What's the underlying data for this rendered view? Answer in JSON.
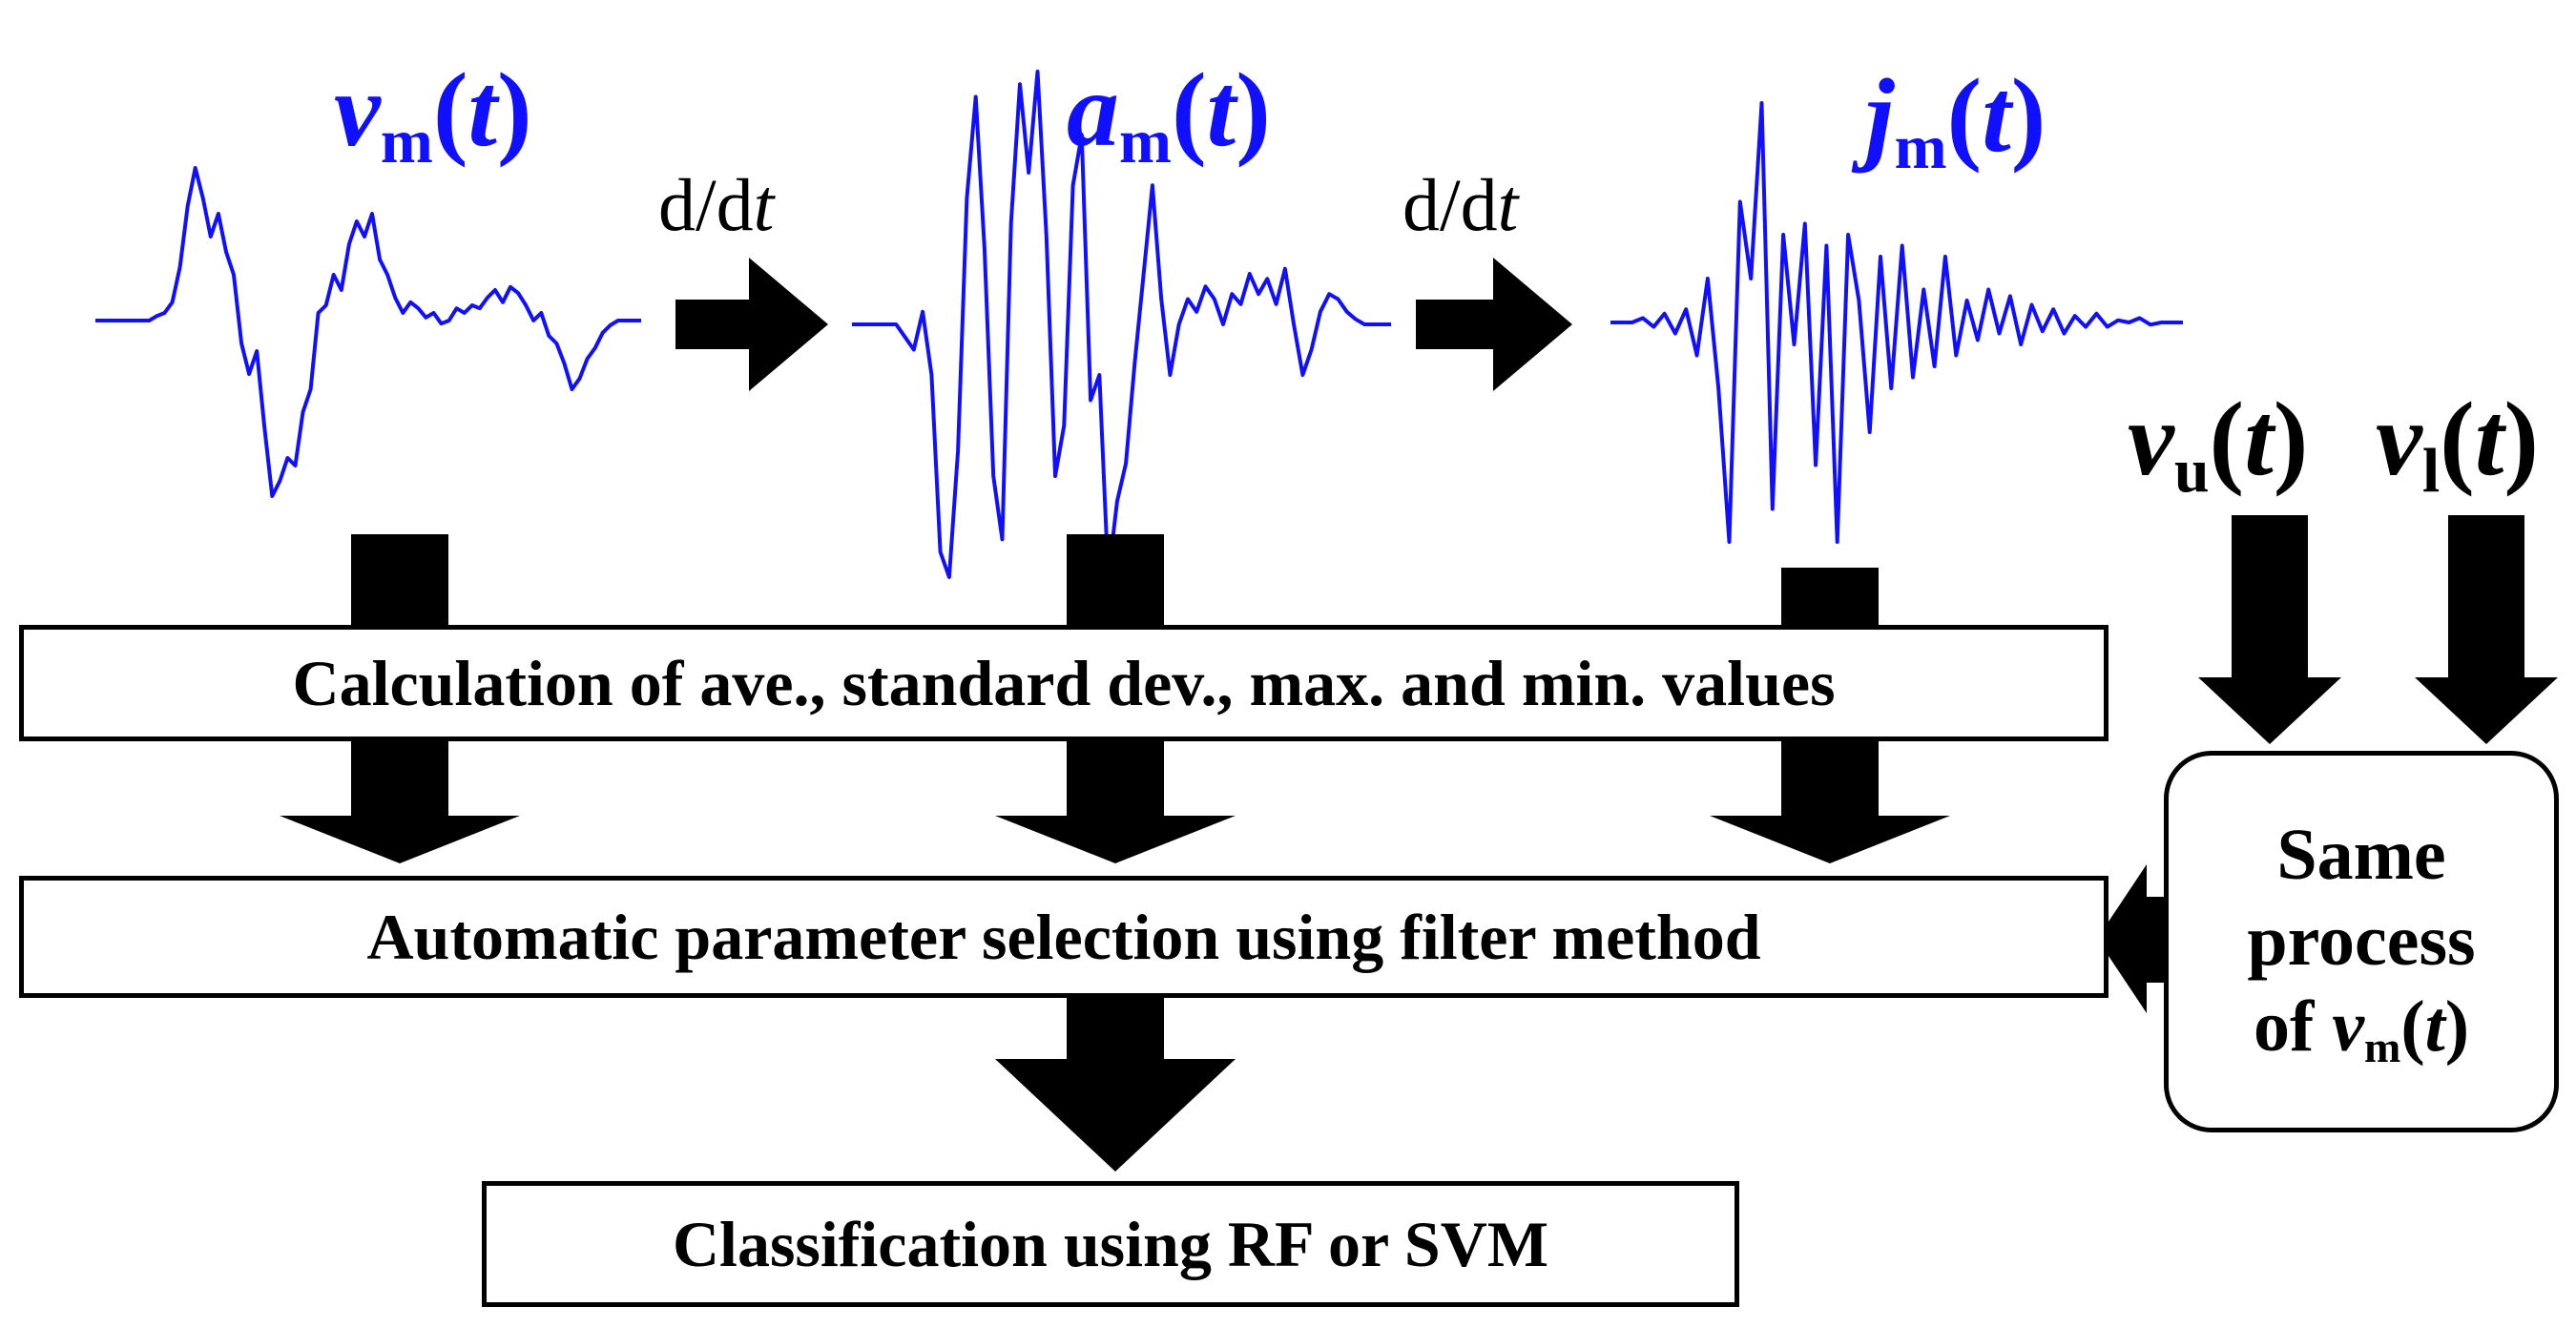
{
  "signals": {
    "vm": {
      "var": "v",
      "sub": "m",
      "arg": "t"
    },
    "am": {
      "var": "a",
      "sub": "m",
      "arg": "t"
    },
    "jm": {
      "var": "j",
      "sub": "m",
      "arg": "t"
    },
    "vu": {
      "var": "v",
      "sub": "u",
      "arg": "t"
    },
    "vl": {
      "var": "v",
      "sub": "l",
      "arg": "t"
    }
  },
  "derivative": {
    "d": "d/d",
    "var": "t"
  },
  "boxes": {
    "calculation": "Calculation of ave., standard dev., max. and min. values",
    "selection": "Automatic parameter selection using filter method",
    "classification": "Classification using RF or SVM",
    "same_process": {
      "line1": "Same",
      "line2": "process",
      "line3_prefix": "of ",
      "var": "v",
      "sub": "m",
      "arg": "t"
    }
  },
  "colors": {
    "signal": "#1010ff",
    "arrows": "#000000",
    "text": "#000000"
  },
  "waveforms": {
    "vm": [
      0,
      0,
      0,
      0,
      0,
      0,
      0,
      0,
      0.03,
      0.05,
      0.12,
      0.35,
      0.75,
      1.0,
      0.8,
      0.55,
      0.7,
      0.45,
      0.3,
      -0.15,
      -0.35,
      -0.2,
      -0.7,
      -1.15,
      -1.05,
      -0.9,
      -0.95,
      -0.6,
      -0.45,
      0.05,
      0.1,
      0.3,
      0.2,
      0.5,
      0.65,
      0.55,
      0.7,
      0.4,
      0.3,
      0.15,
      0.05,
      0.12,
      0.08,
      0.02,
      0.05,
      -0.02,
      0.0,
      0.08,
      0.05,
      0.1,
      0.08,
      0.15,
      0.2,
      0.12,
      0.22,
      0.18,
      0.1,
      0.0,
      0.05,
      -0.1,
      -0.15,
      -0.28,
      -0.45,
      -0.38,
      -0.25,
      -0.18,
      -0.08,
      -0.03,
      0,
      0,
      0,
      0
    ],
    "am": [
      0,
      0,
      0,
      0,
      0,
      0,
      -0.05,
      -0.1,
      0.05,
      -0.2,
      -0.9,
      -1.0,
      -0.5,
      0.5,
      0.9,
      0.3,
      -0.6,
      -0.85,
      0.4,
      0.95,
      0.6,
      1.0,
      0.35,
      -0.6,
      -0.4,
      0.55,
      0.75,
      -0.3,
      -0.2,
      -1.0,
      -0.7,
      -0.55,
      -0.15,
      0.2,
      0.55,
      0.1,
      -0.2,
      0.0,
      0.1,
      0.05,
      0.15,
      0.1,
      0.0,
      0.12,
      0.08,
      0.2,
      0.12,
      0.18,
      0.08,
      0.22,
      0.0,
      -0.2,
      -0.1,
      0.05,
      0.12,
      0.1,
      0.05,
      0.02,
      0,
      0,
      0,
      0
    ],
    "jm": [
      0,
      0,
      0,
      0.02,
      -0.02,
      0.04,
      -0.05,
      0.06,
      -0.15,
      0.2,
      -0.3,
      -1.0,
      0.55,
      0.2,
      1.0,
      -0.85,
      0.4,
      -0.1,
      0.45,
      -0.65,
      0.35,
      -1.0,
      0.4,
      0.1,
      -0.5,
      0.3,
      -0.3,
      0.35,
      -0.25,
      0.15,
      -0.2,
      0.3,
      -0.15,
      0.1,
      -0.08,
      0.15,
      -0.05,
      0.12,
      -0.1,
      0.08,
      -0.04,
      0.06,
      -0.05,
      0.03,
      -0.02,
      0.04,
      -0.02,
      0.01,
      0,
      0.02,
      -0.01,
      0,
      0,
      0
    ]
  }
}
